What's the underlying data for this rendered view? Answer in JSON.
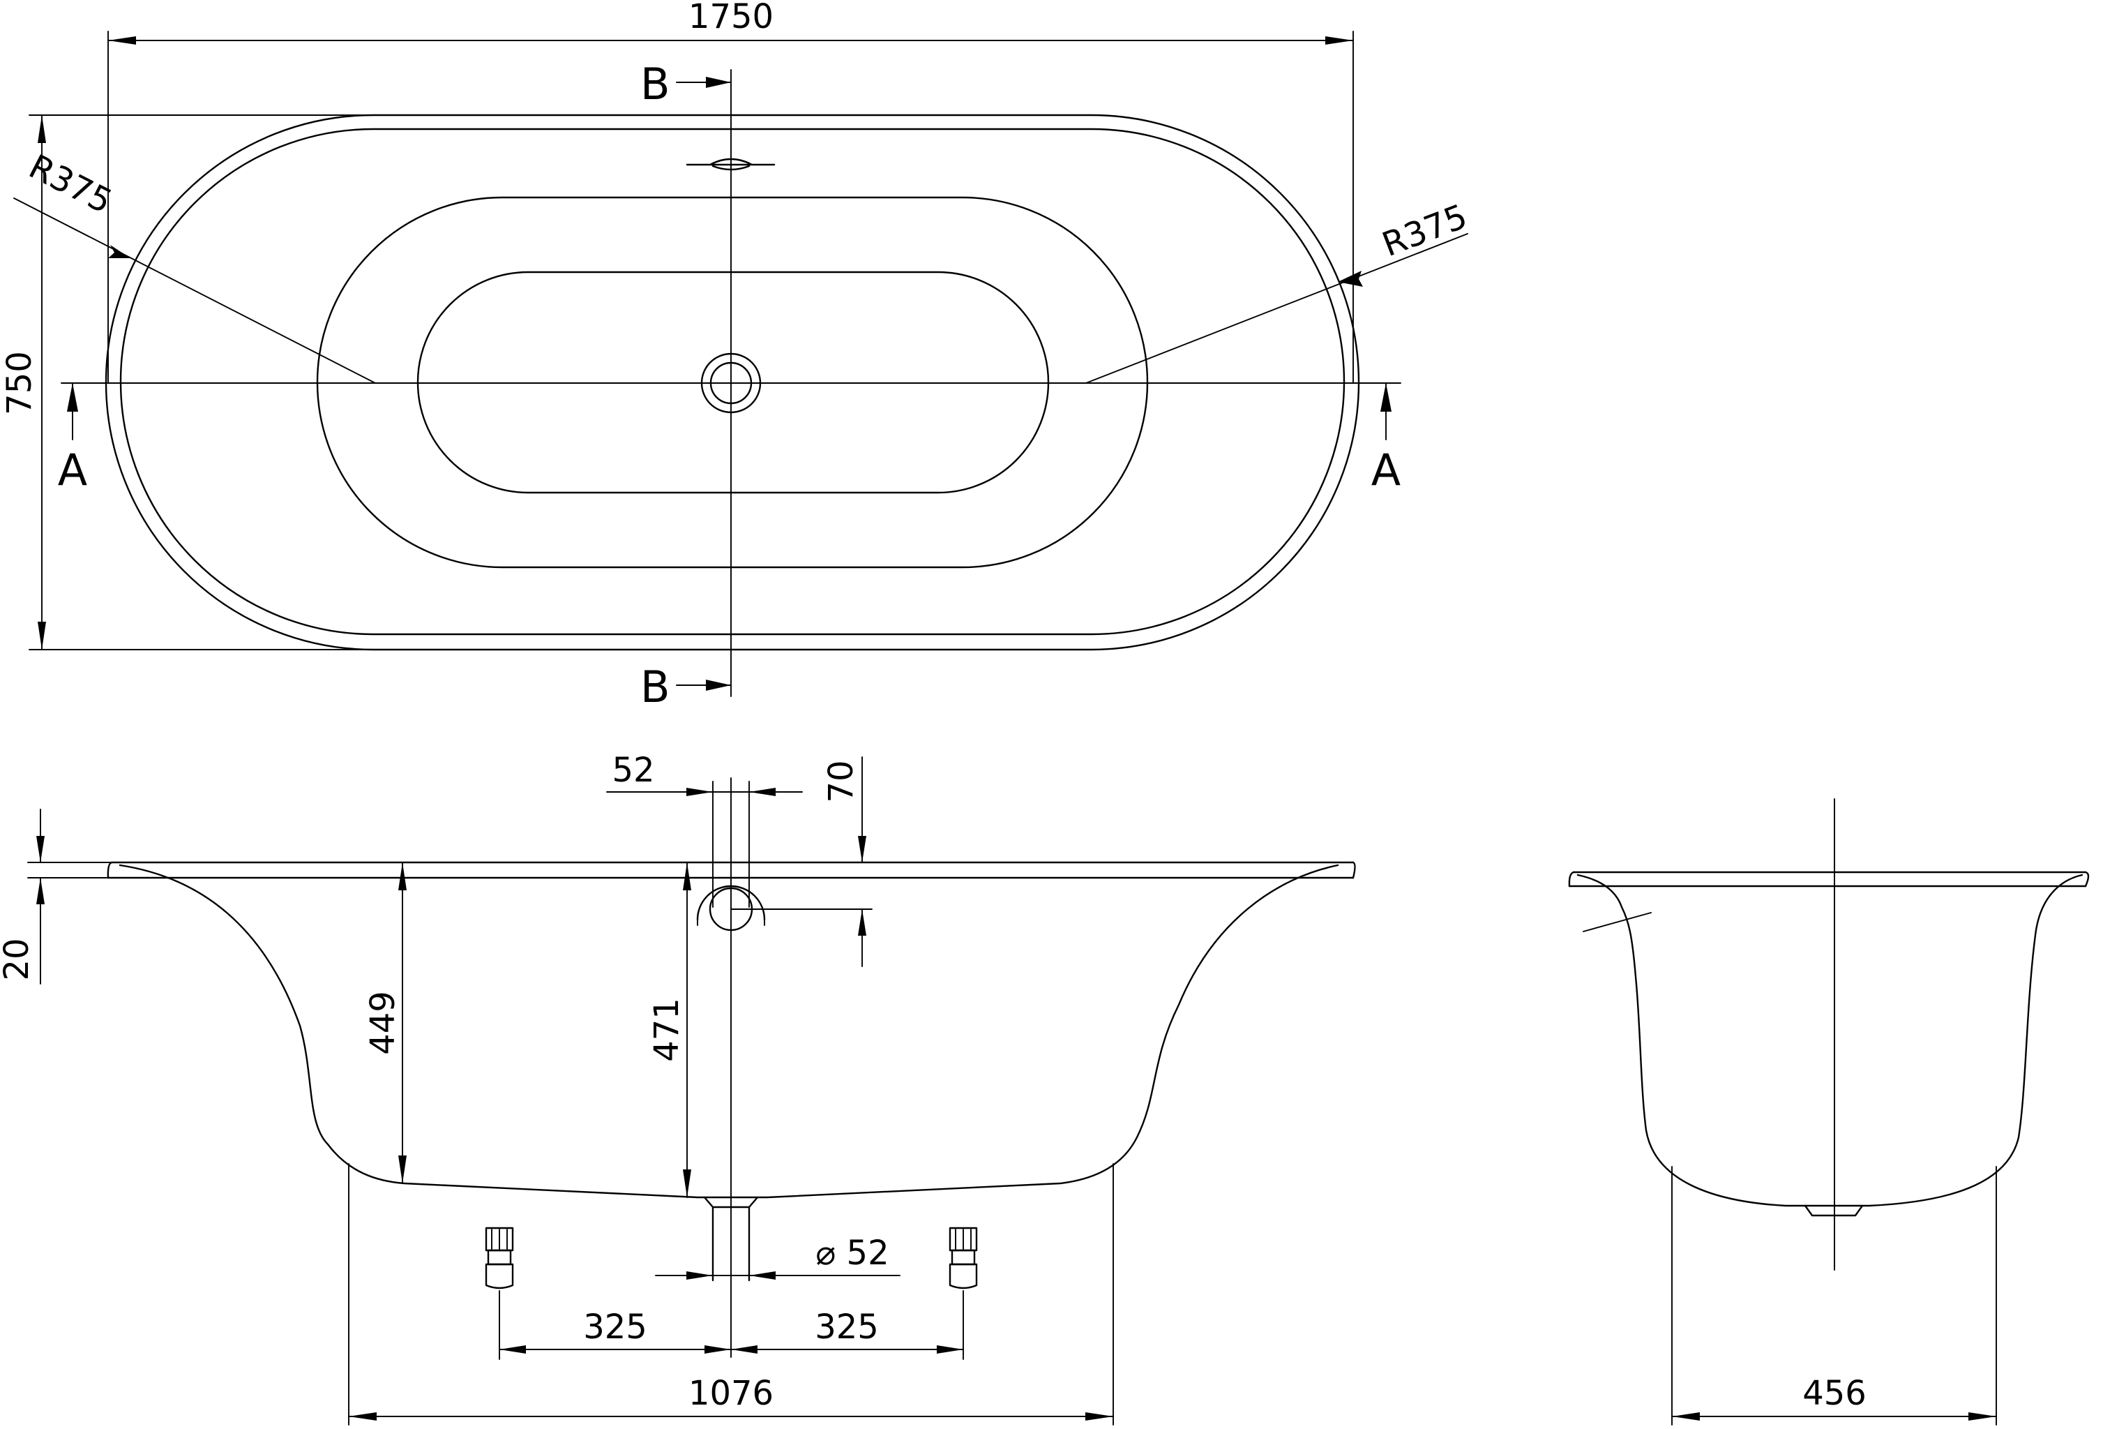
{
  "labels": {
    "total_length": "1750",
    "total_width": "750",
    "radius_left": "R375",
    "radius_right": "R375",
    "section_b_top": "B",
    "section_b_bottom": "B",
    "section_a_left": "A",
    "section_a_right": "A",
    "overflow_width": "52",
    "overflow_height": "70",
    "rim_height": "20",
    "inner_depth": "449",
    "drain_depth": "471",
    "drain_diameter": "⌀ 52",
    "foot_offset_left": "325",
    "foot_offset_right": "325",
    "base_length": "1076",
    "base_width": "456"
  }
}
